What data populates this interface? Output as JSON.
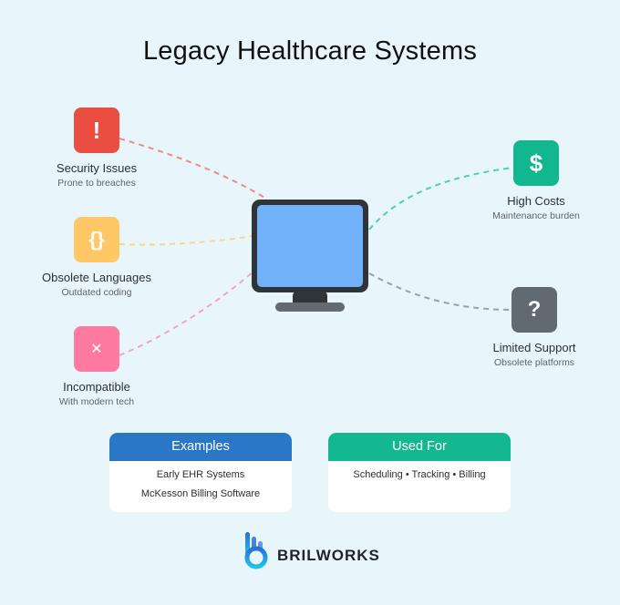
{
  "title": "Legacy Healthcare Systems",
  "center": {
    "icon": "monitor-icon",
    "colors": {
      "frame": "#2e3438",
      "screen": "#72b2fb",
      "base": "#646b70"
    }
  },
  "nodes": [
    {
      "id": "security",
      "icon": "exclamation-icon",
      "glyph": "!",
      "label": "Security Issues",
      "sub": "Prone to breaches",
      "color": "#e94e40",
      "line_color": "#ef8b80"
    },
    {
      "id": "languages",
      "icon": "curly-braces-icon",
      "glyph": "{}",
      "label": "Obsolete Languages",
      "sub": "Outdated coding",
      "color": "#ffc867",
      "line_color": "#f7d88c"
    },
    {
      "id": "incompatible",
      "icon": "x-icon",
      "glyph": "✕",
      "label": "Incompatible",
      "sub": "With modern tech",
      "color": "#fe7aa0",
      "line_color": "#f5a6bd"
    },
    {
      "id": "costs",
      "icon": "dollar-icon",
      "glyph": "$",
      "label": "High Costs",
      "sub": "Maintenance burden",
      "color": "#12b68f",
      "line_color": "#4dcfb1"
    },
    {
      "id": "support",
      "icon": "question-icon",
      "glyph": "?",
      "label": "Limited Support",
      "sub": "Obsolete platforms",
      "color": "#606a70",
      "line_color": "#9aa1a6"
    }
  ],
  "cards": {
    "examples": {
      "header": "Examples",
      "color": "#2a77c7",
      "items": [
        "Early EHR Systems",
        "McKesson Billing Software"
      ]
    },
    "used_for": {
      "header": "Used For",
      "color": "#13b891",
      "items": [
        "Scheduling • Tracking • Billing"
      ]
    }
  },
  "brand": {
    "name": "BRILWORKS",
    "icon": "brilworks-logo-icon"
  }
}
